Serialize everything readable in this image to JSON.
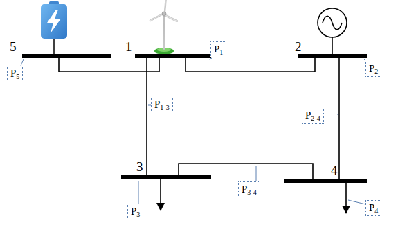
{
  "diagram": {
    "nodes": [
      {
        "text": [
          "5"
        ]
      },
      {
        "text": [
          "1"
        ]
      },
      {
        "text": [
          "2"
        ]
      },
      {
        "text": [
          "3"
        ]
      },
      {
        "text": [
          "4"
        ]
      }
    ],
    "edges": [
      {
        "from": 0,
        "to": 1,
        "arrow": "none"
      },
      {
        "from": 1,
        "to": 2,
        "arrow": "none"
      },
      {
        "from": 1,
        "to": 3,
        "arrow": "none"
      },
      {
        "from": 2,
        "to": 4,
        "arrow": "none"
      },
      {
        "from": 3,
        "to": 4,
        "arrow": "none"
      }
    ],
    "labels": [
      "P5",
      "P1",
      "P2",
      "P1-3",
      "P2-4",
      "P3-4",
      "P3",
      "P4"
    ]
  }
}
